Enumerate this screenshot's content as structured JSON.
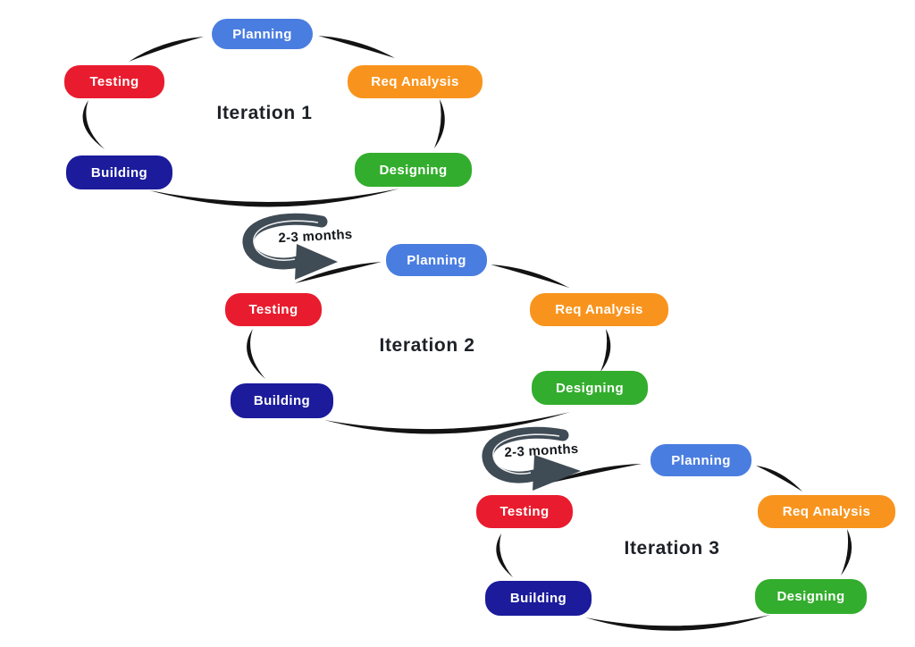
{
  "diagram": {
    "type": "iterative-development-cycle",
    "background": "#ffffff",
    "colors": {
      "planning": "#4a7de0",
      "req_analysis": "#f8941d",
      "designing": "#33ad2d",
      "building": "#1b1b9c",
      "testing": "#e81c2e",
      "arrow": "#3f4b55",
      "arc": "#131313",
      "iteration_label_text": "#1d2127",
      "pill_text": "#ffffff"
    },
    "iterations": [
      {
        "label": "Iteration 1",
        "stages": [
          {
            "name": "planning",
            "label": "Planning"
          },
          {
            "name": "req-analysis",
            "label": "Req Analysis"
          },
          {
            "name": "designing",
            "label": "Designing"
          },
          {
            "name": "building",
            "label": "Building"
          },
          {
            "name": "testing",
            "label": "Testing"
          }
        ]
      },
      {
        "label": "Iteration 2",
        "stages": [
          {
            "name": "planning",
            "label": "Planning"
          },
          {
            "name": "req-analysis",
            "label": "Req Analysis"
          },
          {
            "name": "designing",
            "label": "Designing"
          },
          {
            "name": "building",
            "label": "Building"
          },
          {
            "name": "testing",
            "label": "Testing"
          }
        ]
      },
      {
        "label": "Iteration 3",
        "stages": [
          {
            "name": "planning",
            "label": "Planning"
          },
          {
            "name": "req-analysis",
            "label": "Req Analysis"
          },
          {
            "name": "designing",
            "label": "Designing"
          },
          {
            "name": "building",
            "label": "Building"
          },
          {
            "name": "testing",
            "label": "Testing"
          }
        ]
      }
    ],
    "transitions": [
      {
        "label": "2-3 months"
      },
      {
        "label": "2-3 months"
      }
    ]
  }
}
